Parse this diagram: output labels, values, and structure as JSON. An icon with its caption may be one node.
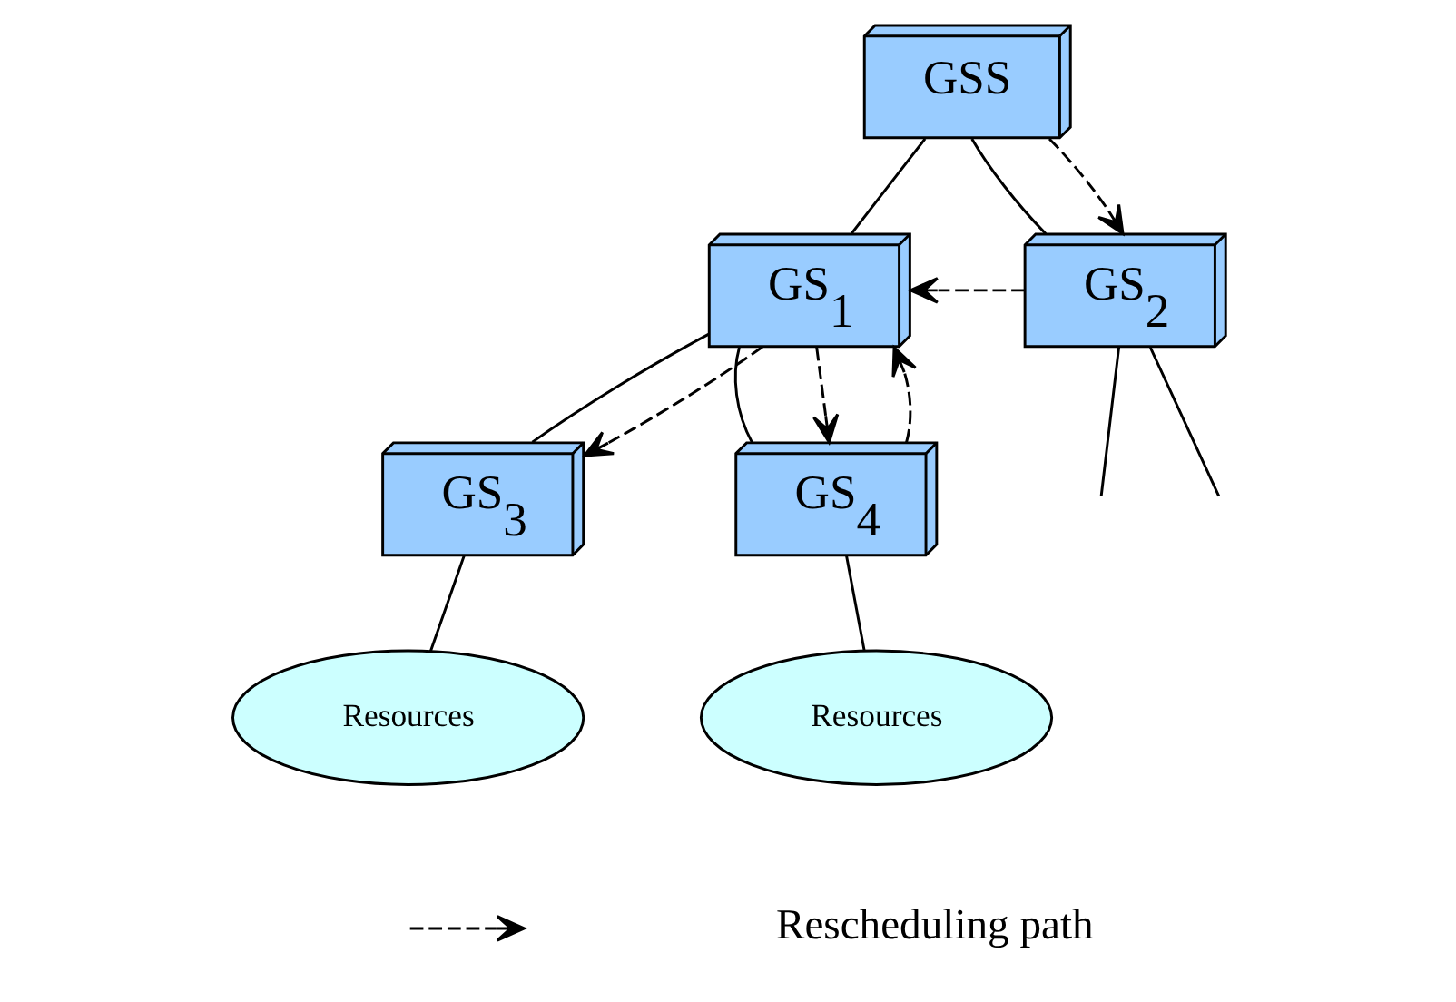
{
  "diagram": {
    "nodes": [
      {
        "text": [
          "GSS"
        ]
      },
      {
        "text": [
          "GS$_{1}$"
        ]
      },
      {
        "text": [
          "GS$_{2}$"
        ]
      },
      {
        "text": [
          "GS$_{3}$"
        ]
      },
      {
        "text": [
          "GS$_{4}$"
        ]
      },
      {
        "text": [
          "Resources"
        ]
      },
      {
        "text": [
          "Resources"
        ]
      }
    ],
    "edges": [
      {
        "from": 0,
        "to": 1,
        "arrow": "none"
      },
      {
        "from": 0,
        "to": 2,
        "arrow": "none"
      },
      {
        "from": 1,
        "to": 3,
        "arrow": "none"
      },
      {
        "from": 1,
        "to": 4,
        "arrow": "none"
      },
      {
        "from": 2,
        "to": null,
        "arrow": "none"
      },
      {
        "from": 2,
        "to": null,
        "arrow": "none"
      },
      {
        "from": 3,
        "to": 5,
        "arrow": "none"
      },
      {
        "from": 4,
        "to": 6,
        "arrow": "none"
      },
      {
        "from": 0,
        "to": 2,
        "arrow": "to",
        "style": "dashed"
      },
      {
        "from": 2,
        "to": 1,
        "arrow": "to",
        "style": "dashed"
      },
      {
        "from": 1,
        "to": 4,
        "arrow": "to",
        "style": "dashed"
      },
      {
        "from": 4,
        "to": 1,
        "arrow": "to",
        "style": "dashed"
      },
      {
        "from": 1,
        "to": 3,
        "arrow": "to",
        "style": "dashed"
      }
    ],
    "legend": [
      {
        "text": "Rescheduling path"
      }
    ]
  }
}
